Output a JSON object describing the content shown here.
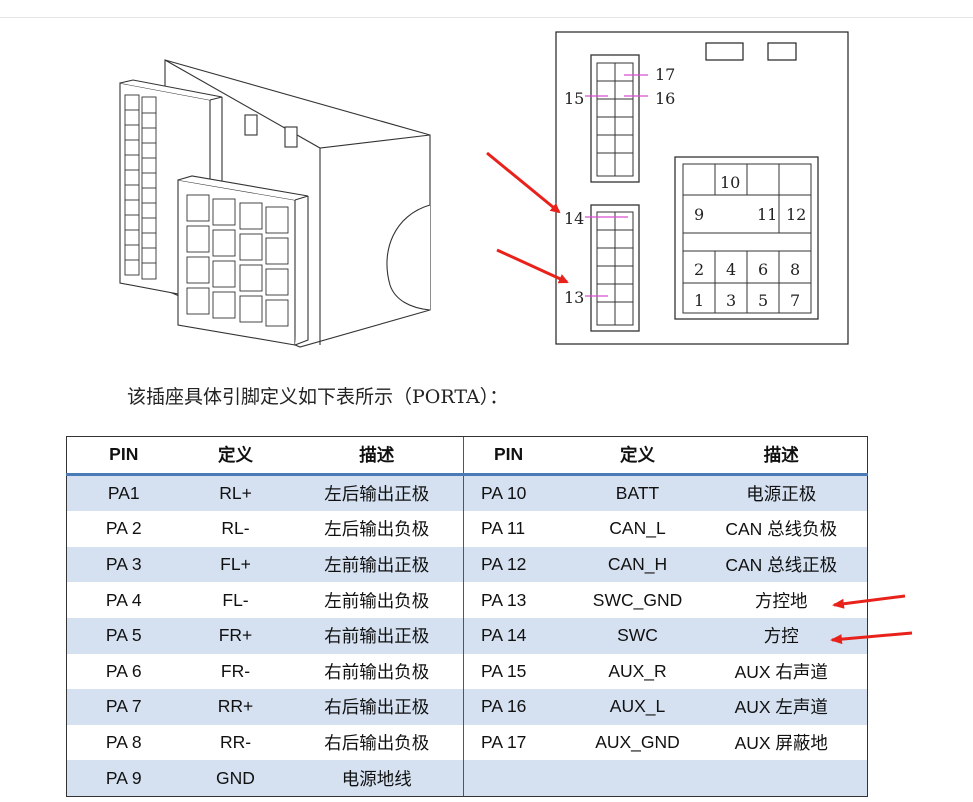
{
  "figure": {
    "pin_labels": {
      "p1": "1",
      "p2": "2",
      "p3": "3",
      "p4": "4",
      "p5": "5",
      "p6": "6",
      "p7": "7",
      "p8": "8",
      "p9": "9",
      "p10": "10",
      "p11": "11",
      "p12": "12",
      "p13": "13",
      "p14": "14",
      "p15": "15",
      "p16": "16",
      "p17": "17"
    }
  },
  "caption": "该插座具体引脚定义如下表所示（PORTA）：",
  "table": {
    "headers": [
      "PIN",
      "定义",
      "描述",
      "PIN",
      "定义",
      "描述"
    ],
    "rows": [
      [
        "PA1",
        "RL+",
        "左后输出正极",
        "PA 10",
        "BATT",
        "电源正极"
      ],
      [
        "PA 2",
        "RL-",
        "左后输出负极",
        "PA 11",
        "CAN_L",
        "CAN 总线负极"
      ],
      [
        "PA 3",
        "FL+",
        "左前输出正极",
        "PA 12",
        "CAN_H",
        "CAN 总线正极"
      ],
      [
        "PA 4",
        "FL-",
        "左前输出负极",
        "PA 13",
        "SWC_GND",
        "方控地"
      ],
      [
        "PA 5",
        "FR+",
        "右前输出正极",
        "PA 14",
        "SWC",
        "方控"
      ],
      [
        "PA 6",
        "FR-",
        "右前输出负极",
        "PA 15",
        "AUX_R",
        "AUX 右声道"
      ],
      [
        "PA 7",
        "RR+",
        "右后输出正极",
        "PA 16",
        "AUX_L",
        "AUX 左声道"
      ],
      [
        "PA 8",
        "RR-",
        "右后输出负极",
        "PA 17",
        "AUX_GND",
        "AUX 屏蔽地"
      ],
      [
        "PA 9",
        "GND",
        "电源地线",
        "",
        "",
        ""
      ]
    ]
  },
  "colors": {
    "row_shade": "#d5e1f1",
    "header_rule": "#4a7bb6",
    "arrow": "#e8221b",
    "pin_marker": "#d94fd0"
  }
}
